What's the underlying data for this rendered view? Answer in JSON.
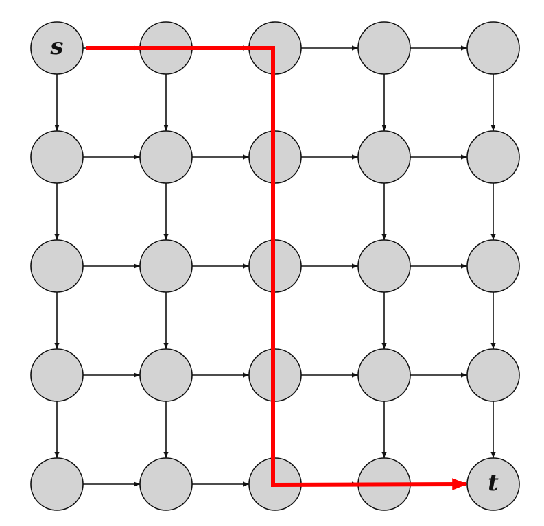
{
  "diagram": {
    "rows": 5,
    "cols": 5,
    "source": {
      "row": 0,
      "col": 0,
      "label": "s"
    },
    "target": {
      "row": 4,
      "col": 4,
      "label": "t"
    },
    "edge_directions": [
      "right",
      "down"
    ],
    "omitted_down_edge_columns": [
      2
    ],
    "highlighted_path": {
      "color": "#ff0000",
      "nodes": [
        {
          "row": 0,
          "col": 0
        },
        {
          "row": 0,
          "col": 2
        },
        {
          "row": 4,
          "col": 2
        },
        {
          "row": 4,
          "col": 4
        }
      ]
    },
    "colors": {
      "node_fill": "#d3d3d3",
      "node_stroke": "#111111",
      "edge": "#111111",
      "path": "#ff0000"
    }
  }
}
